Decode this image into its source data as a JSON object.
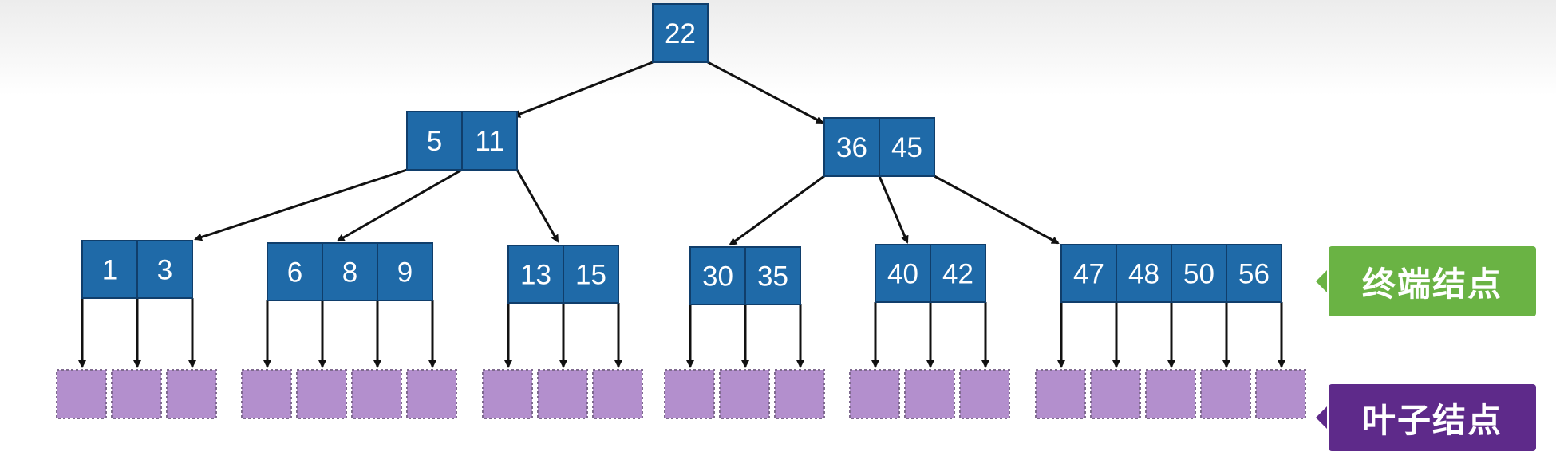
{
  "tree": {
    "root": {
      "keys": [
        "22"
      ]
    },
    "level2": [
      {
        "keys": [
          "5",
          "11"
        ]
      },
      {
        "keys": [
          "36",
          "45"
        ]
      }
    ],
    "terminal_nodes": [
      {
        "keys": [
          "1",
          "3"
        ]
      },
      {
        "keys": [
          "6",
          "8",
          "9"
        ]
      },
      {
        "keys": [
          "13",
          "15"
        ]
      },
      {
        "keys": [
          "30",
          "35"
        ]
      },
      {
        "keys": [
          "40",
          "42"
        ]
      },
      {
        "keys": [
          "47",
          "48",
          "50",
          "56"
        ]
      }
    ],
    "leaf_counts": [
      3,
      4,
      3,
      3,
      3,
      5
    ]
  },
  "labels": {
    "terminal": "终端结点",
    "leaf": "叶子结点"
  },
  "colors": {
    "node_fill": "#1f6aa8",
    "node_border": "#103e6b",
    "edge": "#111111",
    "leaf_fill": "#b38fcd",
    "leaf_border": "#7f6a8f",
    "terminal_label_bg": "#6ab344",
    "leaf_label_bg": "#5e2a8a"
  }
}
